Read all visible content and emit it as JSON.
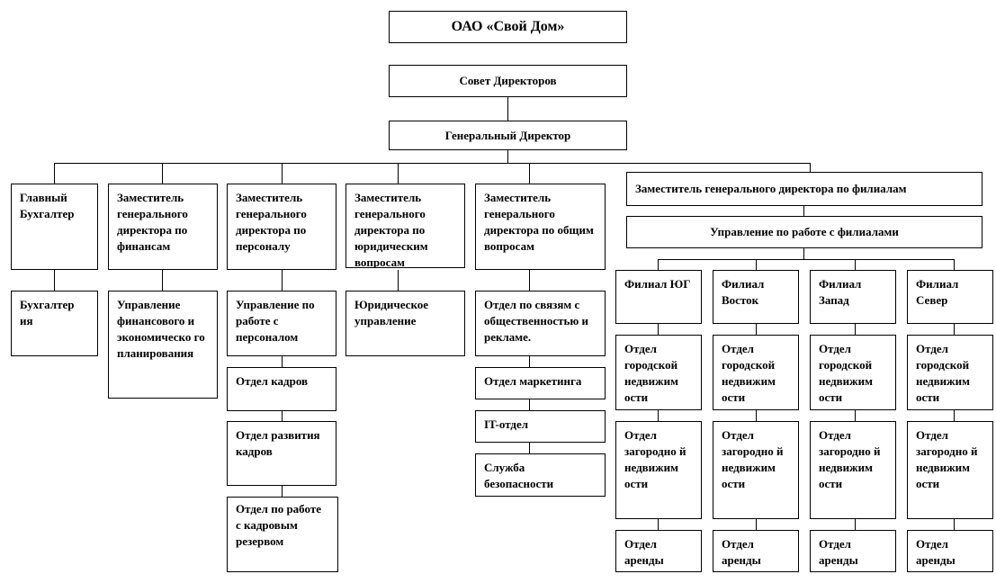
{
  "company": "ОАО «Свой Дом»",
  "board": "Совет Директоров",
  "ceo": "Генеральный Директор",
  "top": {
    "chief_accountant": "Главный Бухгалтер",
    "deputy_finance": "Заместитель генерального директора по финансам",
    "deputy_personnel": "Заместитель генерального директора по персоналу",
    "deputy_legal": "Заместитель генерального директора по юридическим вопросам",
    "deputy_general": "Заместитель генерального директора по общим вопросам",
    "deputy_branches": "Заместитель генерального директора по филиалам"
  },
  "accounting": "Бухгалтер ия",
  "finance_dept": "Управление финансового и экономическо го планирования",
  "personnel": {
    "management": "Управление по работе с персоналом",
    "hr": "Отдел кадров",
    "development": "Отдел развития кадров",
    "reserve": "Отдел по работе с кадровым резервом"
  },
  "legal_dept": "Юридическое управление",
  "general": {
    "pr": "Отдел по связям с общественностью и рекламе.",
    "marketing": "Отдел маркетинга",
    "it": "IT-отдел",
    "security": "Служба безопасности"
  },
  "branch_management": "Управление по работе с филиалами",
  "branches": [
    {
      "name": "Филиал ЮГ",
      "city": "Отдел городской недвижим ости",
      "country": "Отдел загородно й недвижим ости",
      "rent": "Отдел аренды"
    },
    {
      "name": "Филиал Восток",
      "city": "Отдел городской недвижим ости",
      "country": "Отдел загородно й недвижим ости",
      "rent": "Отдел аренды"
    },
    {
      "name": "Филиал Запад",
      "city": "Отдел городской недвижим ости",
      "country": "Отдел загородно й недвижим ости",
      "rent": "Отдел аренды"
    },
    {
      "name": "Филиал Север",
      "city": "Отдел городской недвижим ости",
      "country": "Отдел загородно й недвижим ости",
      "rent": "Отдел аренды"
    }
  ]
}
